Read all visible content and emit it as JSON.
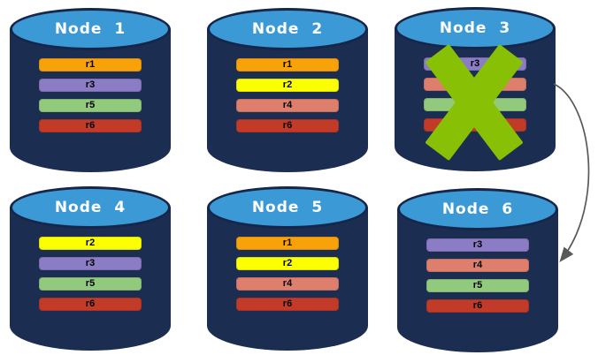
{
  "colors": {
    "background": "#FFFFFF",
    "cylinder_body": "#1C2D52",
    "cylinder_rim": "#15264A",
    "cylinder_top": "#3B99D5",
    "node_title_text": "#FFFFFF",
    "row_text": "#000000",
    "failure_x": "#88C005",
    "arrow": "#595959",
    "replica_orange": "#F9A109",
    "replica_yellow": "#FBFF00",
    "replica_purple": "#8B7CC5",
    "replica_salmon": "#DE7E6D",
    "replica_green": "#92CA7D",
    "replica_red": "#C23B28"
  },
  "nodes": [
    {
      "title": "Node 1",
      "failed": false,
      "rows": [
        {
          "label": "r1",
          "color": "#F9A109"
        },
        {
          "label": "r3",
          "color": "#8B7CC5"
        },
        {
          "label": "r5",
          "color": "#92CA7D"
        },
        {
          "label": "r6",
          "color": "#C23B28"
        }
      ]
    },
    {
      "title": "Node 2",
      "failed": false,
      "rows": [
        {
          "label": "r1",
          "color": "#F9A109"
        },
        {
          "label": "r2",
          "color": "#FBFF00"
        },
        {
          "label": "r4",
          "color": "#DE7E6D"
        },
        {
          "label": "r6",
          "color": "#C23B28"
        }
      ]
    },
    {
      "title": "Node 3",
      "failed": true,
      "rows": [
        {
          "label": "r3",
          "color": "#8B7CC5"
        },
        {
          "label": "",
          "color": "#DE7E6D"
        },
        {
          "label": "",
          "color": "#92CA7D"
        },
        {
          "label": "",
          "color": "#C23B28"
        }
      ]
    },
    {
      "title": "Node 4",
      "failed": false,
      "rows": [
        {
          "label": "r2",
          "color": "#FBFF00"
        },
        {
          "label": "r3",
          "color": "#8B7CC5"
        },
        {
          "label": "r5",
          "color": "#92CA7D"
        },
        {
          "label": "r6",
          "color": "#C23B28"
        }
      ]
    },
    {
      "title": "Node 5",
      "failed": false,
      "rows": [
        {
          "label": "r1",
          "color": "#F9A109"
        },
        {
          "label": "r2",
          "color": "#FBFF00"
        },
        {
          "label": "r4",
          "color": "#DE7E6D"
        },
        {
          "label": "r6",
          "color": "#C23B28"
        }
      ]
    },
    {
      "title": "Node 6",
      "failed": false,
      "rows": [
        {
          "label": "r3",
          "color": "#8B7CC5"
        },
        {
          "label": "r4",
          "color": "#DE7E6D"
        },
        {
          "label": "r5",
          "color": "#92CA7D"
        },
        {
          "label": "r6",
          "color": "#C23B28"
        }
      ]
    }
  ],
  "arrow": {
    "from": "Node 3",
    "to": "Node 6"
  }
}
